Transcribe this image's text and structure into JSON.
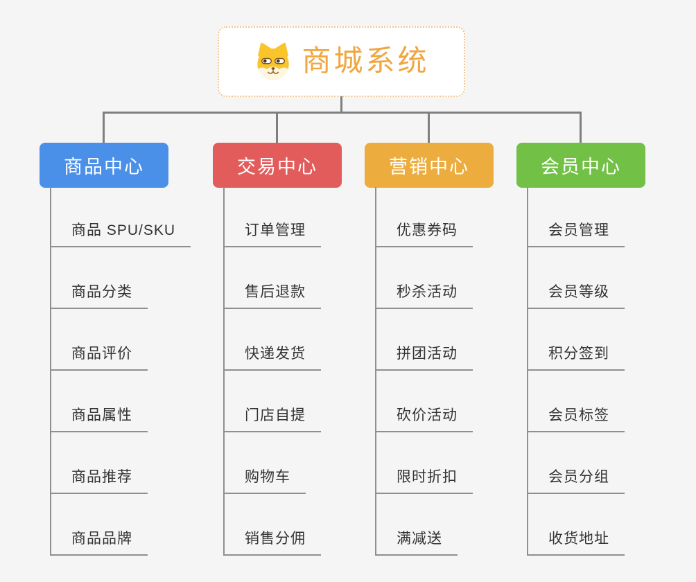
{
  "root": {
    "title": "商城系统",
    "icon": "shiba-dog-icon",
    "title_color": "#F0A640",
    "border_color": "#F2C48C"
  },
  "canvas": {
    "background_color": "#F5F5F5",
    "connector_color": "#7F7F7F",
    "leaf_line_color": "#8F8F8F",
    "leaf_text_color": "#333333"
  },
  "branches": [
    {
      "label": "商品中心",
      "color": "#4B90E8",
      "children": [
        "商品 SPU/SKU",
        "商品分类",
        "商品评价",
        "商品属性",
        "商品推荐",
        "商品品牌"
      ]
    },
    {
      "label": "交易中心",
      "color": "#E25C5C",
      "children": [
        "订单管理",
        "售后退款",
        "快递发货",
        "门店自提",
        "购物车",
        "销售分佣"
      ]
    },
    {
      "label": "营销中心",
      "color": "#EDAD3E",
      "children": [
        "优惠券码",
        "秒杀活动",
        "拼团活动",
        "砍价活动",
        "限时折扣",
        "满减送"
      ]
    },
    {
      "label": "会员中心",
      "color": "#72C146",
      "children": [
        "会员管理",
        "会员等级",
        "积分签到",
        "会员标签",
        "会员分组",
        "收货地址"
      ]
    }
  ]
}
